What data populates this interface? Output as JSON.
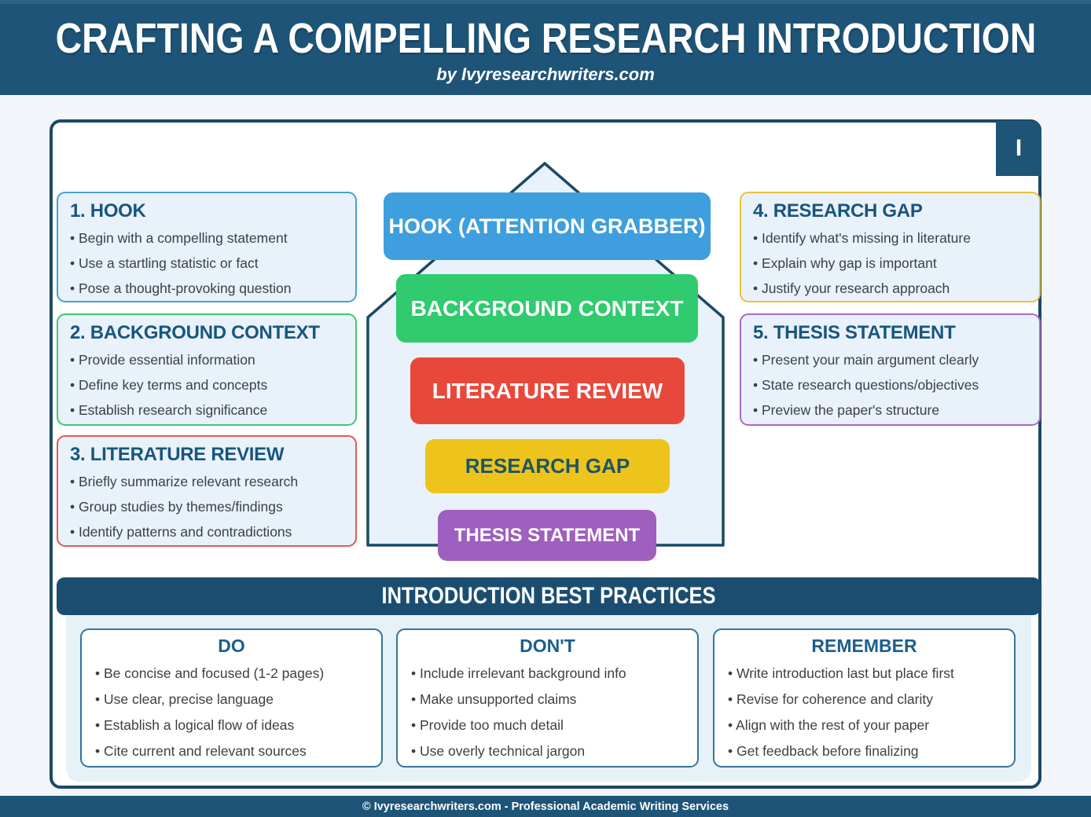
{
  "header": {
    "title": "CRAFTING A COMPELLING RESEARCH INTRODUCTION",
    "subtitle": "by Ivyresearchwriters.com"
  },
  "corner_tab": "I",
  "pyramid": {
    "layers": [
      {
        "label": "HOOK (ATTENTION GRABBER)",
        "color": "#3e9ede",
        "text_color": "#ffffff"
      },
      {
        "label": "BACKGROUND CONTEXT",
        "color": "#2fcb6e",
        "text_color": "#ffffff"
      },
      {
        "label": "LITERATURE REVIEW",
        "color": "#e8483b",
        "text_color": "#ffffff"
      },
      {
        "label": "RESEARCH GAP",
        "color": "#eec31c",
        "text_color": "#1b5568"
      },
      {
        "label": "THESIS STATEMENT",
        "color": "#9f5fbe",
        "text_color": "#ffffff"
      }
    ]
  },
  "side_boxes": [
    {
      "title": "1. HOOK",
      "accent": "#4a9fd8",
      "bullets": [
        "Begin with a compelling statement",
        "Use a startling statistic or fact",
        "Pose a thought-provoking question"
      ]
    },
    {
      "title": "2. BACKGROUND CONTEXT",
      "accent": "#3ec873",
      "bullets": [
        "Provide essential information",
        "Define key terms and concepts",
        "Establish research significance"
      ]
    },
    {
      "title": "3. LITERATURE REVIEW",
      "accent": "#e05c4b",
      "bullets": [
        "Briefly summarize relevant research",
        "Group studies by themes/findings",
        "Identify patterns and contradictions"
      ]
    },
    {
      "title": "4. RESEARCH GAP",
      "accent": "#e6c33f",
      "bullets": [
        "Identify what's missing in literature",
        "Explain why gap is important",
        "Justify your research approach"
      ]
    },
    {
      "title": "5. THESIS STATEMENT",
      "accent": "#a86bc9",
      "bullets": [
        "Present your main argument clearly",
        "State research questions/objectives",
        "Preview the paper's structure"
      ]
    }
  ],
  "best_practices": {
    "title": "INTRODUCTION BEST PRACTICES",
    "columns": [
      {
        "title": "DO",
        "bullets": [
          "Be concise and focused (1-2 pages)",
          "Use clear, precise language",
          "Establish a logical flow of ideas",
          "Cite current and relevant sources"
        ]
      },
      {
        "title": "DON'T",
        "bullets": [
          "Include irrelevant background info",
          "Make unsupported claims",
          "Provide too much detail",
          "Use overly technical jargon"
        ]
      },
      {
        "title": "REMEMBER",
        "bullets": [
          "Write introduction last but place first",
          "Revise for coherence and clarity",
          "Align with the rest of your paper",
          "Get feedback before finalizing"
        ]
      }
    ]
  },
  "footer": {
    "text": "© Ivyresearchwriters.com - Professional Academic Writing Services"
  },
  "colors": {
    "header_bar": "#1d5478",
    "card_border": "#1b4965",
    "house_fill": "#e9f2fb",
    "side_box_bg": "#e9f1fa",
    "practices_bg": "#e7f1f8",
    "practices_box_border": "#35759f",
    "title_text": "#17567e",
    "body_text": "#3a4046"
  }
}
